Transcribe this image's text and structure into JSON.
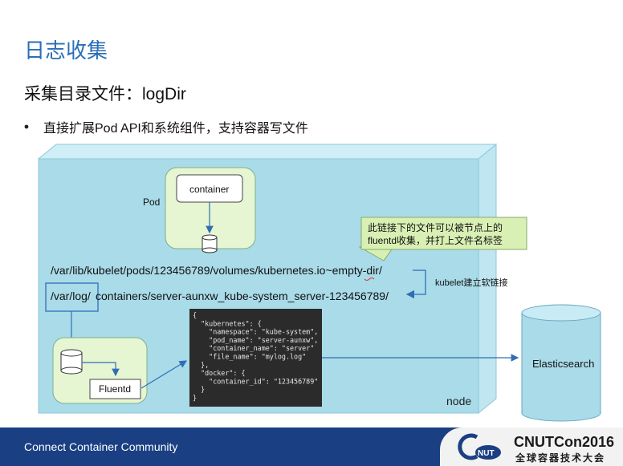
{
  "slide": {
    "title": "日志收集",
    "subtitle": "采集目录文件：logDir",
    "bullet": "直接扩展Pod API和系统组件，支持容器写文件"
  },
  "diagram": {
    "node_label": "node",
    "pod_label": "Pod",
    "container_label": "container",
    "path_volume": "/var/lib/kubelet/pods/123456789/volumes/kubernetes.io~empty-dir/",
    "path_containers_prefix": "/var/log/",
    "path_containers_rest": "containers/server-aunxw_kube-system_server-123456789/",
    "kubelet_note": "kubelet建立软链接",
    "callout_line1": "此链接下的文件可以被节点上的",
    "callout_line2": "fluentd收集，并打上文件名标签",
    "fluentd_label": "Fluentd",
    "elasticsearch_label": "Elasticsearch",
    "json_lines": [
      "{",
      "  \"kubernetes\": {",
      "    \"namespace\": \"kube-system\",",
      "    \"pod_name\": \"server-aunxw\",",
      "    \"container_name\": \"server\"",
      "    \"file_name\": \"mylog.log\"",
      "  },",
      "  \"docker\": {",
      "    \"container_id\": \"123456789\"",
      "  }",
      "}"
    ]
  },
  "footer": {
    "text": "Connect Container Community",
    "brand_name": "CNUTCon2016",
    "brand_sub": "全球容器技术大会",
    "logo_text": "C NUT"
  },
  "colors": {
    "title": "#2a6fb7",
    "node_fill": "#a9dbe9",
    "node_side": "#cfeef7",
    "pod_fill": "#e6f5d2",
    "callout_fill": "#d9f0b4",
    "footer": "#1a3f82",
    "json_bg": "#2b2b2b"
  }
}
